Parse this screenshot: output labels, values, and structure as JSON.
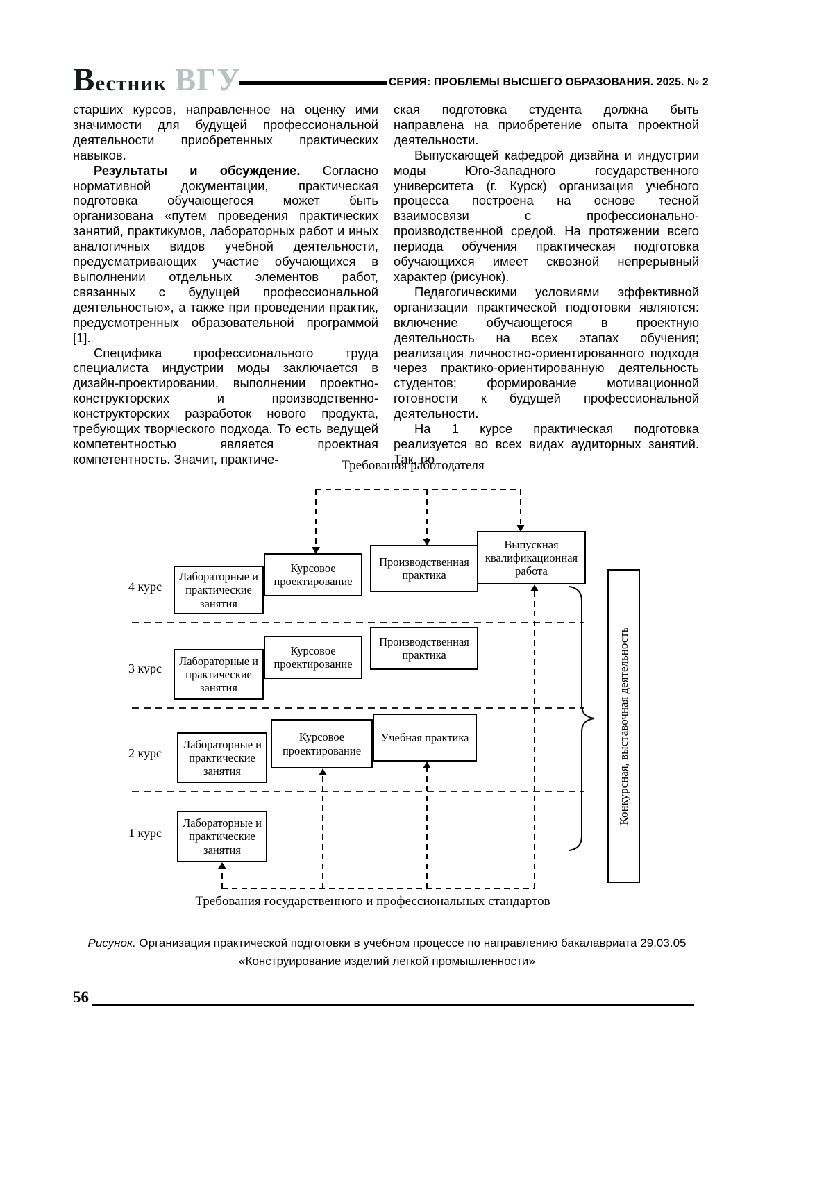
{
  "header": {
    "logo": {
      "initial": "В",
      "rest": "естник",
      "accent": "ВГУ"
    },
    "series": "СЕРИЯ: ПРОБЛЕМЫ ВЫСШЕГО ОБРАЗОВАНИЯ. 2025. № 2"
  },
  "colors": {
    "logo_accent": "#b7c3c0",
    "ink": "#000000"
  },
  "article": {
    "left_column": [
      {
        "text": "старших курсов, направленное на оценку ими значимости для будущей профессиональной деятельности приобретенных практических навыков."
      },
      {
        "lead": "Результаты и обсуждение.",
        "text": " Согласно нормативной документации, практическая подготовка обучающегося может быть организована «путем проведения практических занятий, практикумов, лабораторных работ и иных аналогичных видов учебной деятельности, предусматривающих участие обучающихся в выполнении отдельных элементов работ, связанных с будущей профессиональной деятельностью», а также при проведении практик, предусмотренных образовательной программой [1]."
      },
      {
        "text": "Специфика профессионального труда специалиста индустрии моды заключается в дизайн-проектировании, выполнении проектно-конструкторских и производственно-конструкторских разработок нового продукта, требующих творческого подхода. То есть ведущей компетентностью является проектная компетентность. Значит, практиче-"
      }
    ],
    "right_column": [
      {
        "text": "ская подготовка студента должна быть направлена на приобретение опыта проектной деятельности."
      },
      {
        "text": "Выпускающей кафедрой дизайна и индустрии моды Юго-Западного государственного университета (г. Курск) организация учебного процесса построена на основе тесной взаимосвязи с профессионально-производственной средой. На протяжении всего периода обучения практическая подготовка обучающихся имеет сквозной непрерывный характер (рисунок)."
      },
      {
        "text": "Педагогическими условиями эффективной организации практической подготовки являются: включение обучающегося в проектную деятельность на всех этапах обучения; реализация личностно-ориентированного подхода через практико-ориентированную деятельность студентов; формирование мотивационной готовности к будущей профессиональной деятельности."
      },
      {
        "text": "На 1 курсе практическая подготовка реализуется во всех видах аудиторных занятий. Так, по"
      }
    ]
  },
  "figure": {
    "top_label": "Требования работодателя",
    "bottom_label": "Требования государственного и профессиональных стандартов",
    "side_label": "Конкурсная, выставочная деятельность",
    "rows": [
      {
        "course": "4 курс",
        "boxes": [
          "Лабораторные и практические занятия",
          "Курсовое проектирование",
          "Производственная практика",
          "Выпускная квалификационная работа"
        ]
      },
      {
        "course": "3 курс",
        "boxes": [
          "Лабораторные и практические занятия",
          "Курсовое проектирование",
          "Производственная практика"
        ]
      },
      {
        "course": "2 курс",
        "boxes": [
          "Лабораторные и практические занятия",
          "Курсовое проектирование",
          "Учебная практика"
        ]
      },
      {
        "course": "1 курс",
        "boxes": [
          "Лабораторные и практические занятия"
        ]
      }
    ],
    "caption_lead": "Рисунок.",
    "caption_rest": " Организация практической подготовки в учебном процессе по направлению бакалавриата 29.03.05 «Конструирование изделий легкой промышленности»"
  },
  "footer": {
    "page_number": "56"
  }
}
